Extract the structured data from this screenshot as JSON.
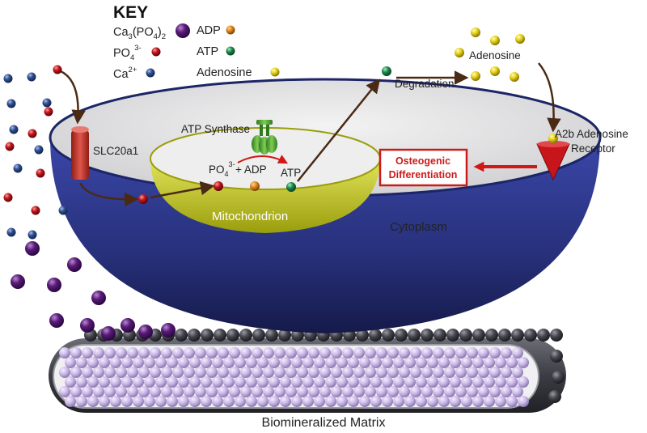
{
  "key": {
    "title": "KEY",
    "ca3po4_base": "Ca",
    "ca3po4_sub1": "3",
    "ca3po4_mid": "(PO",
    "ca3po4_sub2": "4",
    "ca3po4_end": ")",
    "ca3po4_sub3": "2",
    "po4_base": "PO",
    "po4_sub": "4",
    "po4_sup": "3-",
    "ca_base": "Ca",
    "ca_sup": "2+",
    "adp": "ADP",
    "atp": "ATP",
    "adenosine": "Adenosine"
  },
  "labels": {
    "slc20a1": "SLC20a1",
    "atp_synthase": "ATP Synthase",
    "reaction_po4_base": "PO",
    "reaction_po4_sub": "4",
    "reaction_po4_sup": "3-",
    "reaction_plus_adp": "+ ADP",
    "reaction_atp": "ATP",
    "mitochondrion": "Mitochondrion",
    "cytoplasm": "Cytoplasm",
    "degradation": "Degradation",
    "adenosine": "Adenosine",
    "receptor_line1": "A2b Adenosine",
    "receptor_line2": "Receptor",
    "osteo_line1": "Osteogenic",
    "osteo_line2": "Differentiation",
    "matrix": "Biomineralized Matrix"
  },
  "colors": {
    "ca3po4": "#5a1a78",
    "phosphate": "#c0161c",
    "calcium": "#2f4f8f",
    "adp": "#e08a1e",
    "atp": "#1f8a4c",
    "adenosine": "#e8d41a",
    "cell_outer": "#27307a",
    "cell_inner": "#e4e4e4",
    "mitochondrion": "#c4c820",
    "transporter": "#d9443a",
    "receptor": "#c8151b",
    "arrow": "#4a2a14",
    "osteo": "#cc1b1b",
    "matrix_tube": "#3c3c44",
    "matrix_beads": "#c9b7e6"
  },
  "icons": {
    "transporter": "slc20a1-channel-icon",
    "synthase": "atp-synthase-icon",
    "receptor": "a2b-receptor-icon"
  }
}
